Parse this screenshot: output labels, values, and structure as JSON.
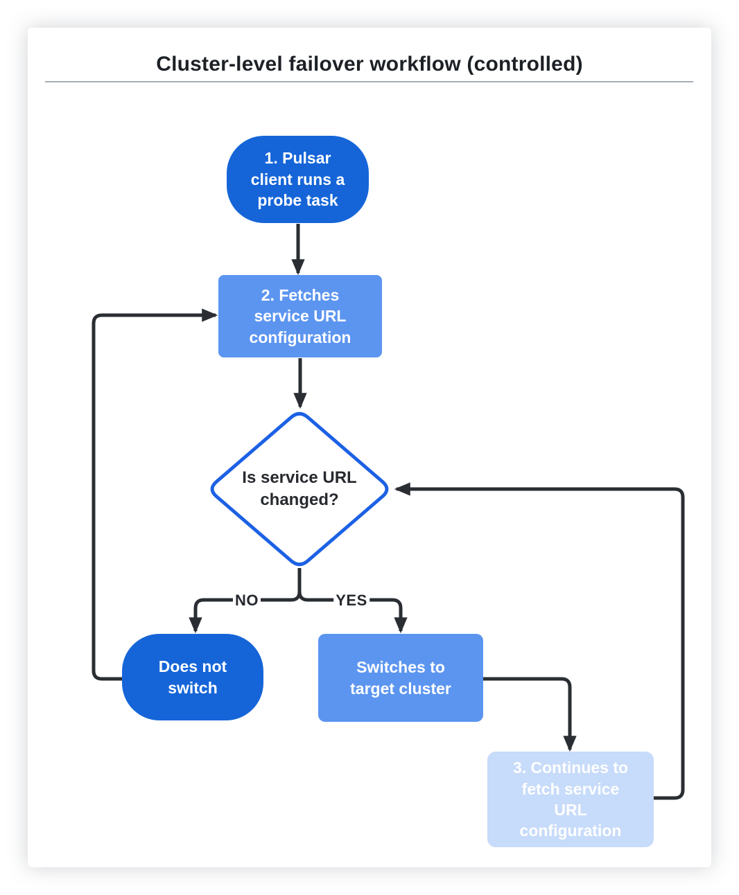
{
  "title": "Cluster-level failover workflow (controlled)",
  "nodes": {
    "probe_task": {
      "label": "1. Pulsar client runs a probe task",
      "shape": "stadium",
      "color": "#1565d8"
    },
    "fetch_config": {
      "label": "2. Fetches service URL configuration",
      "shape": "rectangle",
      "color": "#5c95f0"
    },
    "decision": {
      "label": "Is service URL changed?",
      "shape": "diamond",
      "border_color": "#1c61e4",
      "fill": "#ffffff"
    },
    "does_not_switch": {
      "label": "Does not switch",
      "shape": "stadium",
      "color": "#1565d8"
    },
    "switch_target": {
      "label": "Switches to target cluster",
      "shape": "rectangle",
      "color": "#5c95f0"
    },
    "continue_fetch": {
      "label": "3. Continues to fetch service URL configuration",
      "shape": "rectangle",
      "color": "#c7dbfa"
    }
  },
  "edge_labels": {
    "no": "NO",
    "yes": "YES"
  },
  "colors": {
    "node_dark_blue": "#1565d8",
    "node_medium_blue": "#5c95f0",
    "node_light_blue": "#c7dbfa",
    "diamond_border": "#1c61e4",
    "connector": "#2a2e33",
    "title_text": "#1d2126",
    "divider": "#a6acb5"
  }
}
